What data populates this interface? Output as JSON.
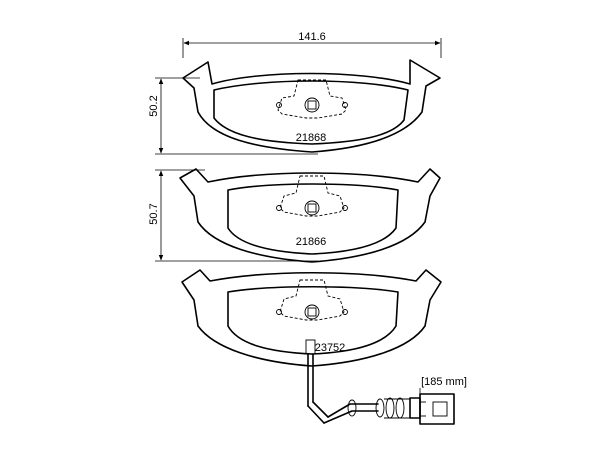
{
  "dimensions": {
    "width_top": "141.6",
    "height_top": "50.2",
    "height_middle": "50.7",
    "wire_length": "[185 mm]"
  },
  "parts": {
    "top": "21868",
    "middle": "21866",
    "bottom": "23752"
  }
}
